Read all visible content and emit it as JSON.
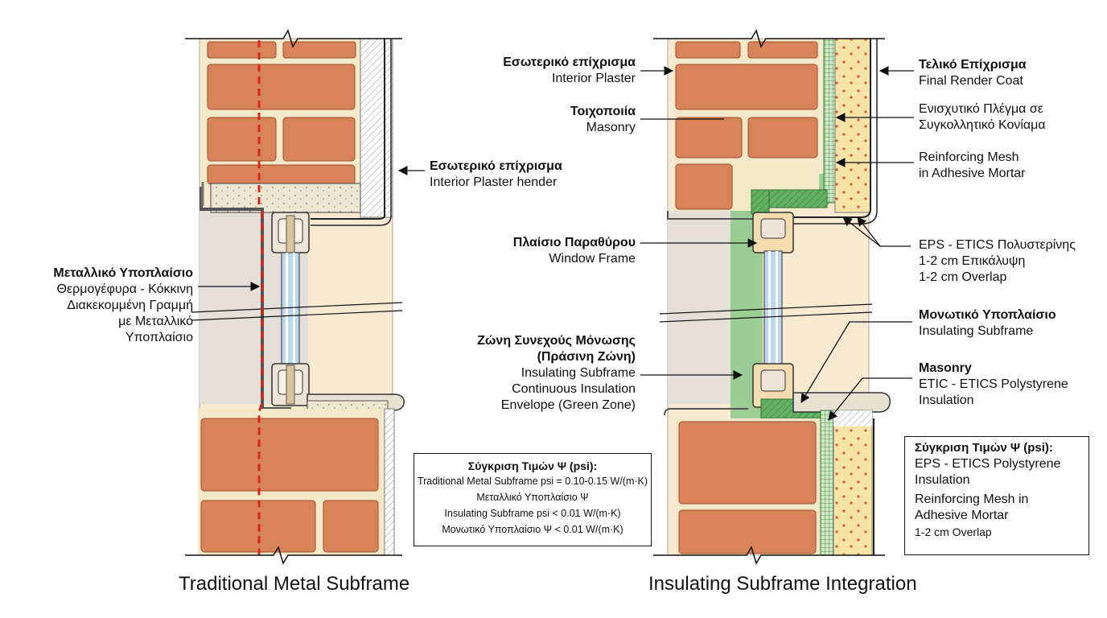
{
  "colors": {
    "brick": "#d9835a",
    "mortar": "#f3e9c8",
    "plaster": "#eee6d0",
    "wall_fill": "#f7ead0",
    "eps": "#f6e3a8",
    "green_zone": "#8cc98a",
    "mesh": "#3b8a3b",
    "heat_bridge": "#d9261c",
    "glass": "#bcd8ee",
    "frame": "#ece4d6"
  },
  "left": {
    "labels": {
      "interior_plaster": {
        "title": "Εσωτερικό επίχρισμα",
        "sub": "Interior Plaster hender"
      },
      "metal_subframe": {
        "title": "Μεταλλικό Υποπλαίσιο",
        "lines": [
          "Θερμογέφυρα - Κόκκινη",
          "Διακεκομμένη Γραμμή",
          "με Μεταλλικό",
          "Υποπλαίσιο"
        ]
      }
    },
    "comparison": {
      "title": "Σύγκριση Τιμών Ψ (psi):",
      "lines": [
        "Traditional Metal Subframe psi = 0.10-0.15 W/(m·K)",
        "Μεταλλικό Υποπλαίσιο Ψ",
        "Insulating Subframe psi < 0.01 W/(m·K)",
        "Μονωτικό Υποπλαίσιο Ψ < 0.01 W/(m·K)"
      ]
    },
    "caption": "Traditional Metal Subframe"
  },
  "right": {
    "labels": {
      "interior_plaster": {
        "title": "Εσωτερικό επίχρισμα",
        "sub": "Interior Plaster"
      },
      "masonry_top": {
        "title": "Τοιχοποιία",
        "sub": "Masonry"
      },
      "window_frame": {
        "title": "Πλαίσιο Παραθύρου",
        "sub": "Window Frame"
      },
      "green_zone": {
        "title1": "Ζώνη Συνεχούς Μόνωσης",
        "title2": "(Πράσινη Ζώνη)",
        "lines": [
          "Insulating Subframe",
          "Continuous Insulation",
          "Envelope (Green Zone)"
        ]
      },
      "final_render": {
        "title": "Τελικό Επίχρισμα",
        "sub": "Final Render Coat"
      },
      "mesh_gr": {
        "lines": [
          "Ενισχυτικό Πλέγμα σε",
          "Συγκολλητικό Κονίαμα"
        ]
      },
      "mesh_en": {
        "lines": [
          "Reinforcing Mesh",
          "in Adhesive Mortar"
        ]
      },
      "eps": {
        "lines": [
          "EPS - ETICS Πολυστερίνης",
          "1-2 cm Επικάλυψη",
          "1-2 cm Overlap"
        ]
      },
      "insulating_subframe": {
        "title": "Μονωτικό Υποπλαίσιο",
        "sub": "Insulating Subframe"
      },
      "masonry_bottom": {
        "title": "Masonry",
        "lines": [
          "ETIC - ETICS Polystyrene",
          "Insulation"
        ]
      }
    },
    "comparison": {
      "title": "Σύγκριση Τιμών Ψ (psi):",
      "lines": [
        "EPS - ETICS Polystyrene",
        "Insulation",
        "Reinforcing Mesh in",
        "Adhesive Mortar",
        "1-2 cm Overlap"
      ]
    },
    "caption": "Insulating Subframe Integration"
  }
}
